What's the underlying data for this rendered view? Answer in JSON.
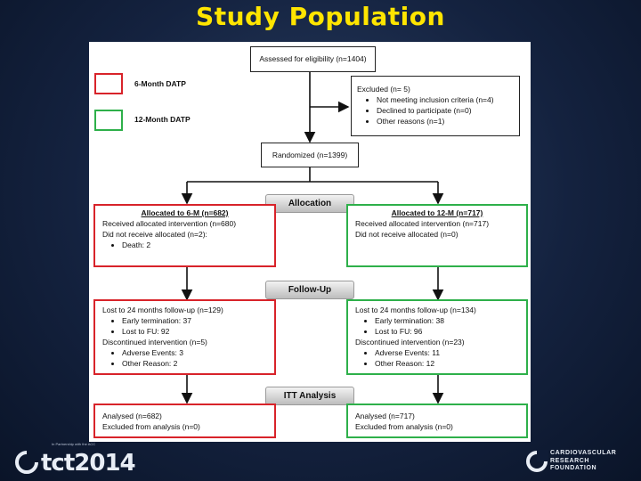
{
  "title": "Study Population",
  "legend": {
    "red_label": "6-Month DATP",
    "green_label": "12-Month DATP",
    "red_color": "#d8232a",
    "green_color": "#2eb04a"
  },
  "assessed": "Assessed for eligibility (n=1404)",
  "excluded": {
    "heading": "Excluded  (n= 5)",
    "items": [
      "Not meeting inclusion criteria (n=4)",
      "Declined to participate (n=0)",
      "Other reasons (n=1)"
    ]
  },
  "randomized": "Randomized (n=1399)",
  "phases": {
    "allocation": "Allocation",
    "followup": "Follow-Up",
    "itt": "ITT Analysis"
  },
  "allocation": {
    "left": {
      "title": "Allocated to 6-M (n=682)",
      "received": "Received allocated intervention (n=680)",
      "not_received": "Did not receive allocated (n=2):",
      "items": [
        "Death: 2"
      ]
    },
    "right": {
      "title": "Allocated to 12-M (n=717)",
      "received": "Received allocated intervention (n=717)",
      "not_received": "Did not receive allocated (n=0)"
    }
  },
  "followup": {
    "left": {
      "lost": "Lost to 24 months follow-up (n=129)",
      "lost_items": [
        "Early termination: 37",
        "Lost to FU: 92"
      ],
      "discontinued": "Discontinued intervention (n=5)",
      "disc_items": [
        "Adverse Events: 3",
        "Other Reason: 2"
      ]
    },
    "right": {
      "lost": "Lost to 24 months follow-up (n=134)",
      "lost_items": [
        "Early termination: 38",
        "Lost to FU: 96"
      ],
      "discontinued": "Discontinued intervention (n=23)",
      "disc_items": [
        "Adverse Events: 11",
        "Other Reason: 12"
      ]
    }
  },
  "analysis": {
    "left": {
      "analysed": "Analysed  (n=682)",
      "excluded": "Excluded from analysis (n=0)"
    },
    "right": {
      "analysed": "Analysed (n=717)",
      "excluded": "Excluded from analysis (n=0)"
    }
  },
  "footer": {
    "tct_logo": "tct2014",
    "tct_tagline": "In Partnership with the ACC",
    "crf_lines": [
      "CARDIOVASCULAR",
      "RESEARCH",
      "FOUNDATION"
    ]
  }
}
